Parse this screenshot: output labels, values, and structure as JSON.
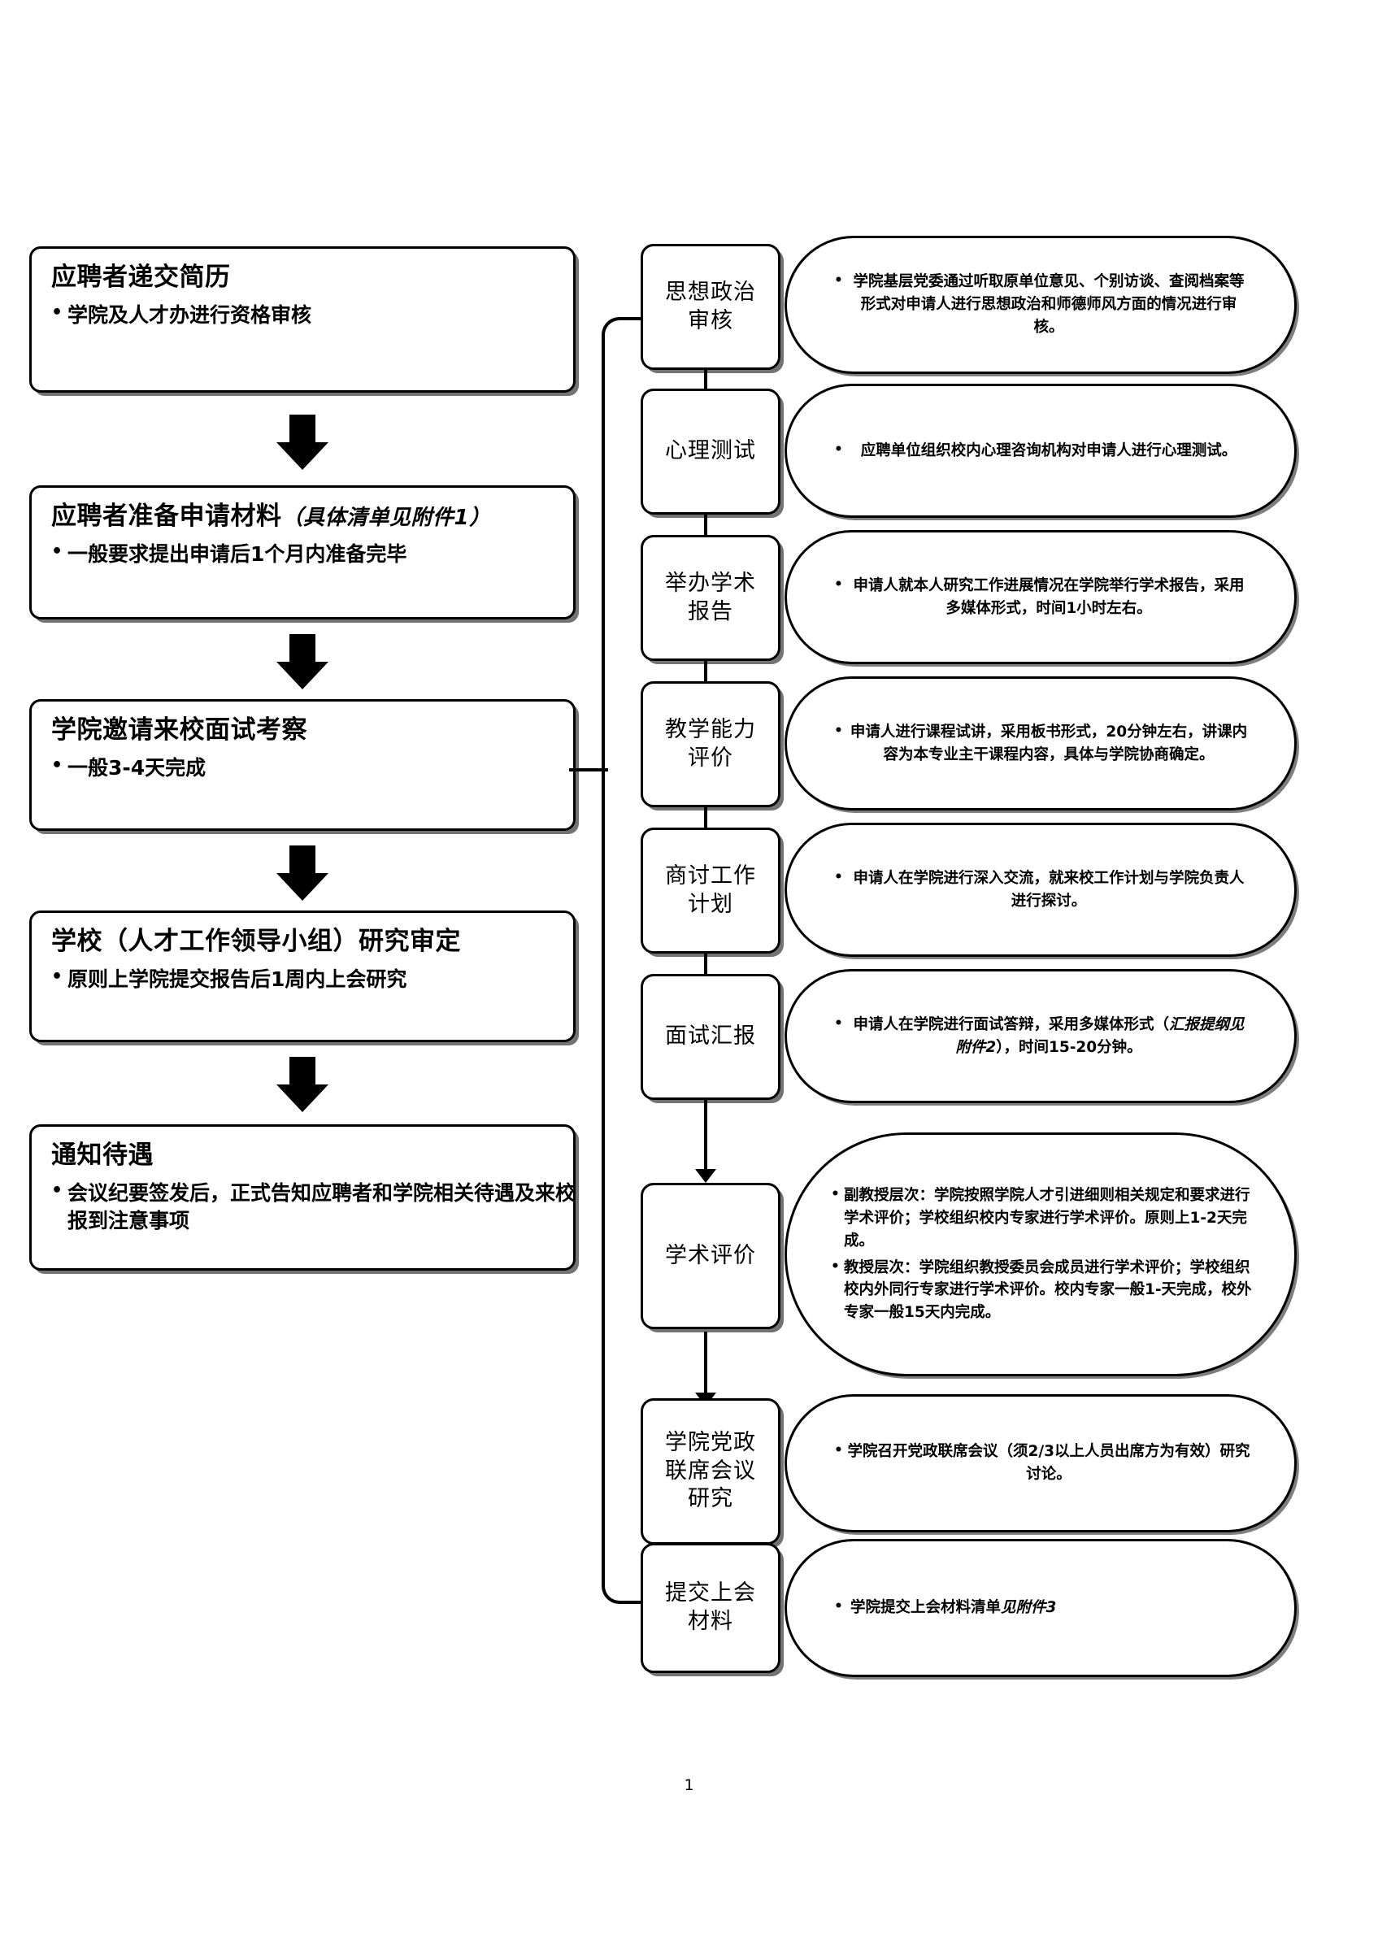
{
  "document": {
    "page_number": "1"
  },
  "left_column": {
    "stages": [
      {
        "title": "应聘者递交简历",
        "title_italic": "",
        "bullets": [
          "学院及人才办进行资格审核"
        ]
      },
      {
        "title": "应聘者准备申请材料",
        "title_italic": "（具体清单见附件1）",
        "bullets": [
          "一般要求提出申请后1个月内准备完毕"
        ]
      },
      {
        "title": "学院邀请来校面试考察",
        "title_italic": "",
        "bullets": [
          "一般3-4天完成"
        ]
      },
      {
        "title": "学校（人才工作领导小组）研究审定",
        "title_italic": "",
        "bullets": [
          "原则上学院提交报告后1周内上会研究"
        ]
      },
      {
        "title": "通知待遇",
        "title_italic": "",
        "bullets": [
          "会议纪要签发后，正式告知应聘者和学院相关待遇及来校报到注意事项"
        ]
      }
    ]
  },
  "right_column": {
    "steps": [
      {
        "label": "思想政治\n审核",
        "callout": [
          {
            "text_before": "学院基层党委通过听取原单位意见、个别访谈、查阅档案等形式对申请人进行思想政治和师德师风方面的情况进行审核。",
            "italic": "",
            "text_after": ""
          }
        ]
      },
      {
        "label": "心理测试",
        "callout": [
          {
            "text_before": "应聘单位组织校内心理咨询机构对申请人进行心理测试。",
            "italic": "",
            "text_after": ""
          }
        ]
      },
      {
        "label": "举办学术\n报告",
        "callout": [
          {
            "text_before": "申请人就本人研究工作进展情况在学院举行学术报告，采用多媒体形式，时间1小时左右。",
            "italic": "",
            "text_after": ""
          }
        ]
      },
      {
        "label": "教学能力\n评价",
        "callout": [
          {
            "text_before": "申请人进行课程试讲，采用板书形式，20分钟左右，讲课内容为本专业主干课程内容，具体与学院协商确定。",
            "italic": "",
            "text_after": ""
          }
        ]
      },
      {
        "label": "商讨工作\n计划",
        "callout": [
          {
            "text_before": "申请人在学院进行深入交流，就来校工作计划与学院负责人进行探讨。",
            "italic": "",
            "text_after": ""
          }
        ]
      },
      {
        "label": "面试汇报",
        "callout": [
          {
            "text_before": "申请人在学院进行面试答辩，采用多媒体形式（",
            "italic": "汇报提纲见附件2",
            "text_after": "），时间15-20分钟。"
          }
        ]
      },
      {
        "label": "学术评价",
        "callout": [
          {
            "text_before": "副教授层次：学院按照学院人才引进细则相关规定和要求进行学术评价；学校组织校内专家进行学术评价。原则上1-2天完成。",
            "italic": "",
            "text_after": ""
          },
          {
            "text_before": "教授层次：学院组织教授委员会成员进行学术评价；学校组织校内外同行专家进行学术评价。校内专家一般1-天完成，校外专家一般15天内完成。",
            "italic": "",
            "text_after": ""
          }
        ]
      },
      {
        "label": "学院党政\n联席会议\n研究",
        "callout": [
          {
            "text_before": "学院召开党政联席会议（须2/3以上人员出席方为有效）研究讨论。",
            "italic": "",
            "text_after": ""
          }
        ]
      },
      {
        "label": "提交上会\n材料",
        "callout": [
          {
            "text_before": "学院提交上会材料清单",
            "italic": "见附件3",
            "text_after": ""
          }
        ]
      }
    ]
  }
}
